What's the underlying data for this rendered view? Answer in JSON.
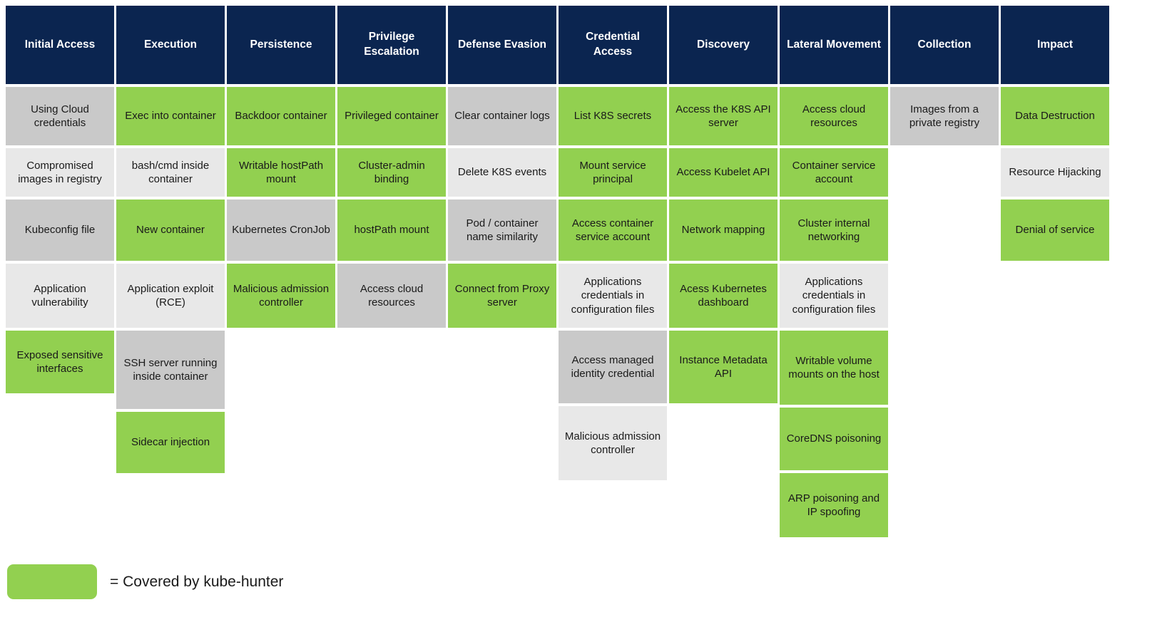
{
  "colors": {
    "header_bg": "#0b2550",
    "covered": "#92d050",
    "gray_dark": "#c9c9c9",
    "gray_light": "#e8e8e8"
  },
  "legend": {
    "label": "= Covered by kube-hunter"
  },
  "matrix": {
    "columns": [
      {
        "header": "Initial Access",
        "cells": [
          {
            "label": "Using Cloud credentials",
            "status": "dark",
            "h": 82
          },
          {
            "label": "Compromised images in registry",
            "status": "light",
            "h": 68
          },
          {
            "label": "Kubeconfig file",
            "status": "dark",
            "h": 86
          },
          {
            "label": "Application vulnerability",
            "status": "light",
            "h": 90
          },
          {
            "label": "Exposed sensitive interfaces",
            "status": "covered",
            "h": 88
          }
        ]
      },
      {
        "header": "Execution",
        "cells": [
          {
            "label": "Exec into container",
            "status": "covered",
            "h": 82
          },
          {
            "label": "bash/cmd inside container",
            "status": "light",
            "h": 68
          },
          {
            "label": "New container",
            "status": "covered",
            "h": 86
          },
          {
            "label": "Application exploit (RCE)",
            "status": "light",
            "h": 90
          },
          {
            "label": "SSH server running inside container",
            "status": "dark",
            "h": 110
          },
          {
            "label": "Sidecar injection",
            "status": "covered",
            "h": 86
          }
        ]
      },
      {
        "header": "Persistence",
        "cells": [
          {
            "label": "Backdoor container",
            "status": "covered",
            "h": 82
          },
          {
            "label": "Writable hostPath mount",
            "status": "covered",
            "h": 68
          },
          {
            "label": "Kubernetes CronJob",
            "status": "dark",
            "h": 86
          },
          {
            "label": "Malicious admission controller",
            "status": "covered",
            "h": 90
          }
        ]
      },
      {
        "header": "Privilege Escalation",
        "cells": [
          {
            "label": "Privileged container",
            "status": "covered",
            "h": 82
          },
          {
            "label": "Cluster-admin binding",
            "status": "covered",
            "h": 68
          },
          {
            "label": "hostPath mount",
            "status": "covered",
            "h": 86
          },
          {
            "label": "Access cloud resources",
            "status": "dark",
            "h": 90
          }
        ]
      },
      {
        "header": "Defense Evasion",
        "cells": [
          {
            "label": "Clear container logs",
            "status": "dark",
            "h": 82
          },
          {
            "label": "Delete K8S events",
            "status": "light",
            "h": 68
          },
          {
            "label": "Pod / container name similarity",
            "status": "dark",
            "h": 86
          },
          {
            "label": "Connect from Proxy server",
            "status": "covered",
            "h": 90
          }
        ]
      },
      {
        "header": "Credential Access",
        "cells": [
          {
            "label": "List K8S secrets",
            "status": "covered",
            "h": 82
          },
          {
            "label": "Mount service principal",
            "status": "covered",
            "h": 68
          },
          {
            "label": "Access container service account",
            "status": "covered",
            "h": 86
          },
          {
            "label": "Applications credentials in configuration files",
            "status": "light",
            "h": 90
          },
          {
            "label": "Access managed identity credential",
            "status": "dark",
            "h": 102
          },
          {
            "label": "Malicious admission controller",
            "status": "light",
            "h": 104
          }
        ]
      },
      {
        "header": "Discovery",
        "cells": [
          {
            "label": "Access the K8S API server",
            "status": "covered",
            "h": 82
          },
          {
            "label": "Access Kubelet API",
            "status": "covered",
            "h": 68
          },
          {
            "label": "Network mapping",
            "status": "covered",
            "h": 86
          },
          {
            "label": "Acess Kubernetes dashboard",
            "status": "covered",
            "h": 90
          },
          {
            "label": "Instance Metadata API",
            "status": "covered",
            "h": 102
          }
        ]
      },
      {
        "header": "Lateral Movement",
        "cells": [
          {
            "label": "Access cloud resources",
            "status": "covered",
            "h": 82
          },
          {
            "label": "Container service account",
            "status": "covered",
            "h": 68
          },
          {
            "label": "Cluster internal networking",
            "status": "covered",
            "h": 86
          },
          {
            "label": "Applications credentials in configuration files",
            "status": "light",
            "h": 90
          },
          {
            "label": "Writable volume mounts on the host",
            "status": "covered",
            "h": 104
          },
          {
            "label": "CoreDNS poisoning",
            "status": "covered",
            "h": 88
          },
          {
            "label": "ARP poisoning and IP spoofing",
            "status": "covered",
            "h": 90
          }
        ]
      },
      {
        "header": "Collection",
        "cells": [
          {
            "label": "Images from a private registry",
            "status": "dark",
            "h": 82
          }
        ]
      },
      {
        "header": "Impact",
        "cells": [
          {
            "label": "Data Destruction",
            "status": "covered",
            "h": 82
          },
          {
            "label": "Resource Hijacking",
            "status": "light",
            "h": 68
          },
          {
            "label": "Denial of service",
            "status": "covered",
            "h": 86
          }
        ]
      }
    ]
  }
}
